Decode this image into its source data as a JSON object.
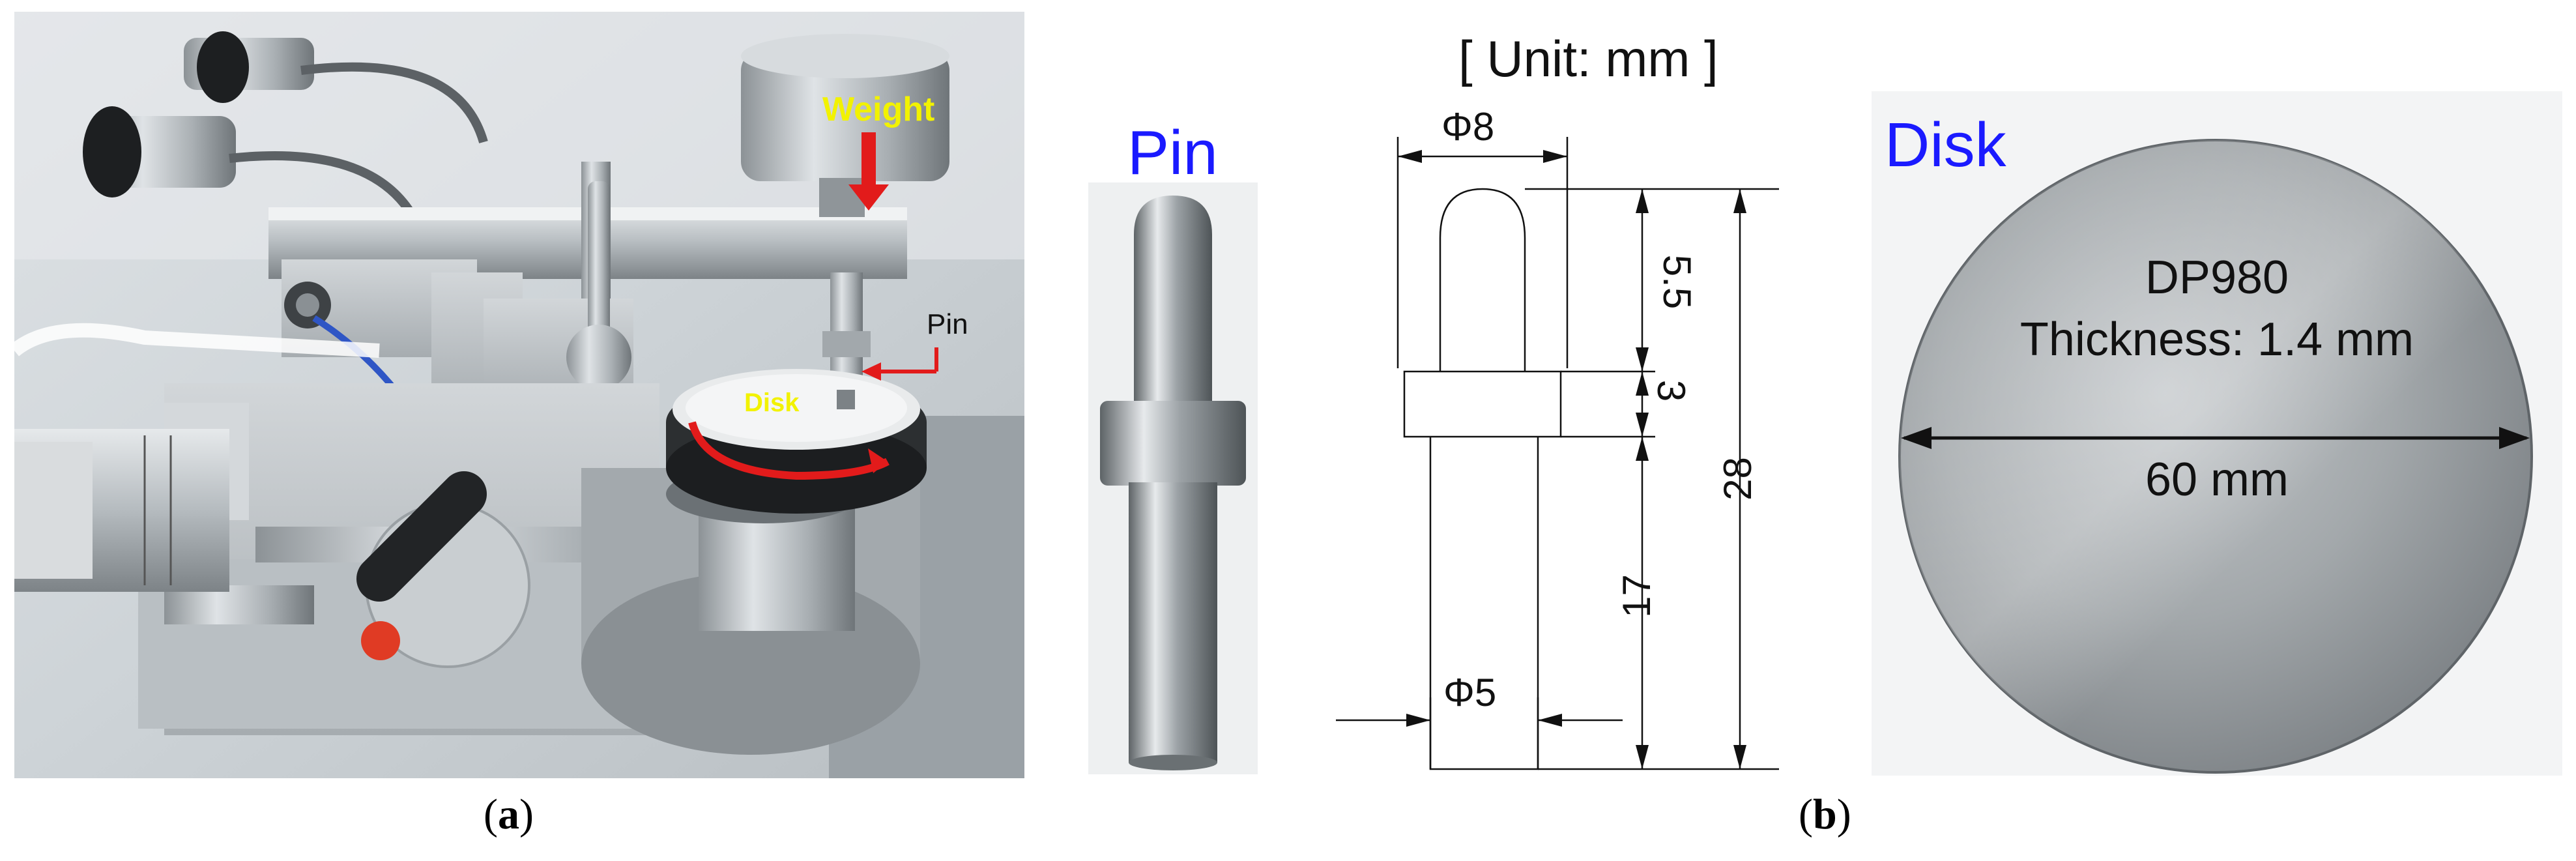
{
  "panel_a": {
    "caption_open": "(",
    "caption_letter": "a",
    "caption_close": ")",
    "weight_label": "Weight",
    "pin_label": "Pin",
    "disk_label": "Disk",
    "colors": {
      "annotation_yellow": "#f2f200",
      "arrow_red": "#e21b1b"
    }
  },
  "pin_photo": {
    "title": "Pin",
    "title_color": "#1a1aff"
  },
  "pin_drawing": {
    "unit_label": "[ Unit: mm ]",
    "dim_head_diameter": "Φ8",
    "dim_shank_diameter": "Φ5",
    "dim_tip_length": "5.5",
    "dim_collar_length": "3",
    "dim_shank_length": "17",
    "dim_total_length": "28"
  },
  "disk_photo": {
    "title": "Disk",
    "title_color": "#1a1aff",
    "material": "DP980",
    "thickness": "Thickness: 1.4 mm",
    "diameter": "60 mm"
  },
  "panel_b": {
    "caption_open": "(",
    "caption_letter": "b",
    "caption_close": ")"
  }
}
